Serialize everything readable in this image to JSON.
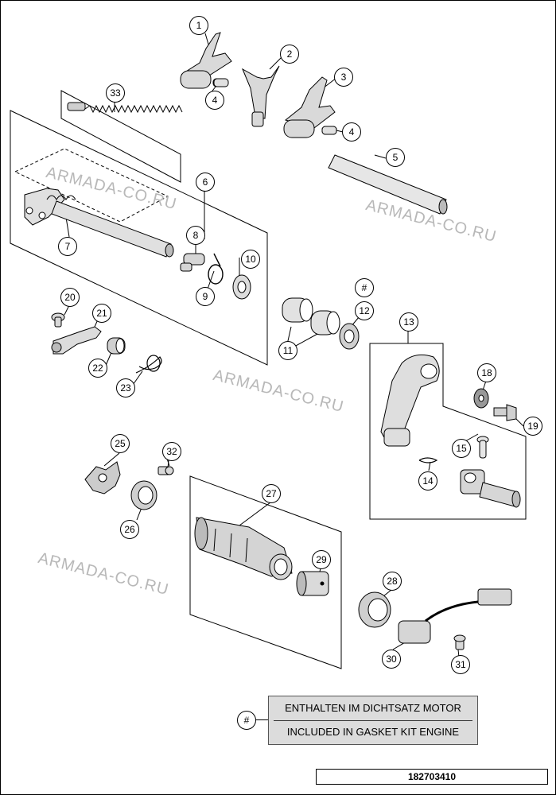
{
  "callouts": [
    {
      "id": "callout-1",
      "label": "1"
    },
    {
      "id": "callout-2",
      "label": "2"
    },
    {
      "id": "callout-3",
      "label": "3"
    },
    {
      "id": "callout-4a",
      "label": "4"
    },
    {
      "id": "callout-4b",
      "label": "4"
    },
    {
      "id": "callout-5",
      "label": "5"
    },
    {
      "id": "callout-6",
      "label": "6"
    },
    {
      "id": "callout-7",
      "label": "7"
    },
    {
      "id": "callout-8",
      "label": "8"
    },
    {
      "id": "callout-9",
      "label": "9"
    },
    {
      "id": "callout-10",
      "label": "10"
    },
    {
      "id": "callout-11",
      "label": "11"
    },
    {
      "id": "callout-hash",
      "label": "#"
    },
    {
      "id": "callout-12",
      "label": "12"
    },
    {
      "id": "callout-13",
      "label": "13"
    },
    {
      "id": "callout-14",
      "label": "14"
    },
    {
      "id": "callout-15",
      "label": "15"
    },
    {
      "id": "callout-18",
      "label": "18"
    },
    {
      "id": "callout-19",
      "label": "19"
    },
    {
      "id": "callout-20",
      "label": "20"
    },
    {
      "id": "callout-21",
      "label": "21"
    },
    {
      "id": "callout-22",
      "label": "22"
    },
    {
      "id": "callout-23",
      "label": "23"
    },
    {
      "id": "callout-25",
      "label": "25"
    },
    {
      "id": "callout-26",
      "label": "26"
    },
    {
      "id": "callout-27",
      "label": "27"
    },
    {
      "id": "callout-28",
      "label": "28"
    },
    {
      "id": "callout-29",
      "label": "29"
    },
    {
      "id": "callout-30",
      "label": "30"
    },
    {
      "id": "callout-31",
      "label": "31"
    },
    {
      "id": "callout-32",
      "label": "32"
    },
    {
      "id": "callout-33",
      "label": "33"
    }
  ],
  "watermarks": [
    "ARMADA-CO.RU",
    "ARMADA-CO.RU",
    "ARMADA-CO.RU",
    "ARMADA-CO.RU"
  ],
  "legend": {
    "symbol": "#",
    "line_de": "ENTHALTEN IM DICHTSATZ MOTOR",
    "line_en": "INCLUDED IN GASKET KIT ENGINE"
  },
  "footer": {
    "drawing_number": "182703410"
  }
}
